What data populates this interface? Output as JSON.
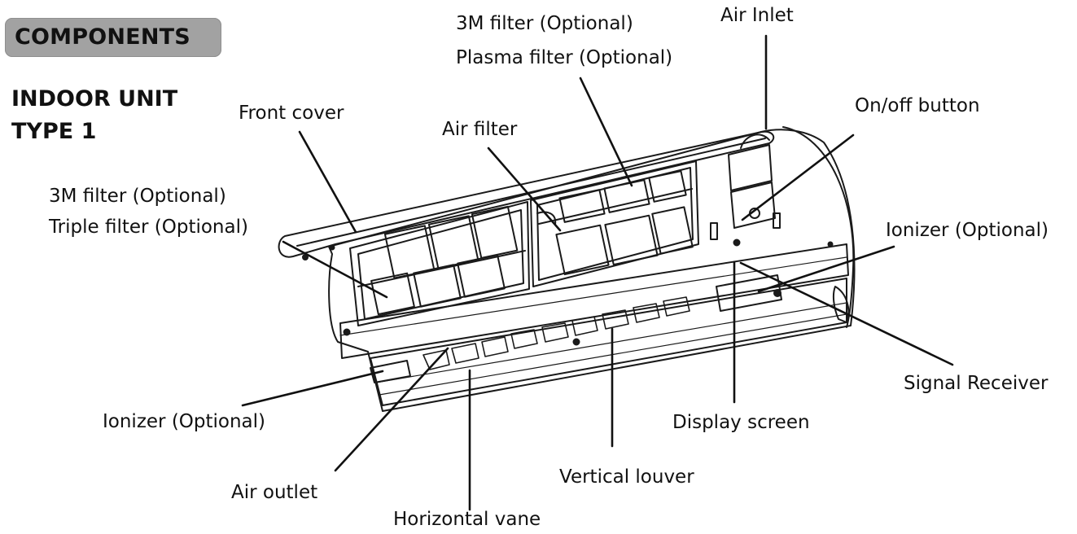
{
  "badge": {
    "text": "COMPONENTS"
  },
  "heading": {
    "line1": "INDOOR UNIT",
    "line2": "TYPE 1"
  },
  "labels": {
    "front_cover": "Front cover",
    "filter_3m_left": "3M filter (Optional)",
    "triple_filter": "Triple filter (Optional)",
    "filter_3m_top": "3M filter (Optional)",
    "plasma_filter": "Plasma filter (Optional)",
    "air_filter": "Air filter",
    "air_inlet": "Air Inlet",
    "on_off_button": "On/off button",
    "ionizer_right": "Ionizer (Optional)",
    "signal_receiver": "Signal Receiver",
    "display_screen": "Display screen",
    "vertical_louver": "Vertical louver",
    "horizontal_vane": "Horizontal vane",
    "air_outlet": "Air outlet",
    "ionizer_left": "Ionizer (Optional)"
  }
}
